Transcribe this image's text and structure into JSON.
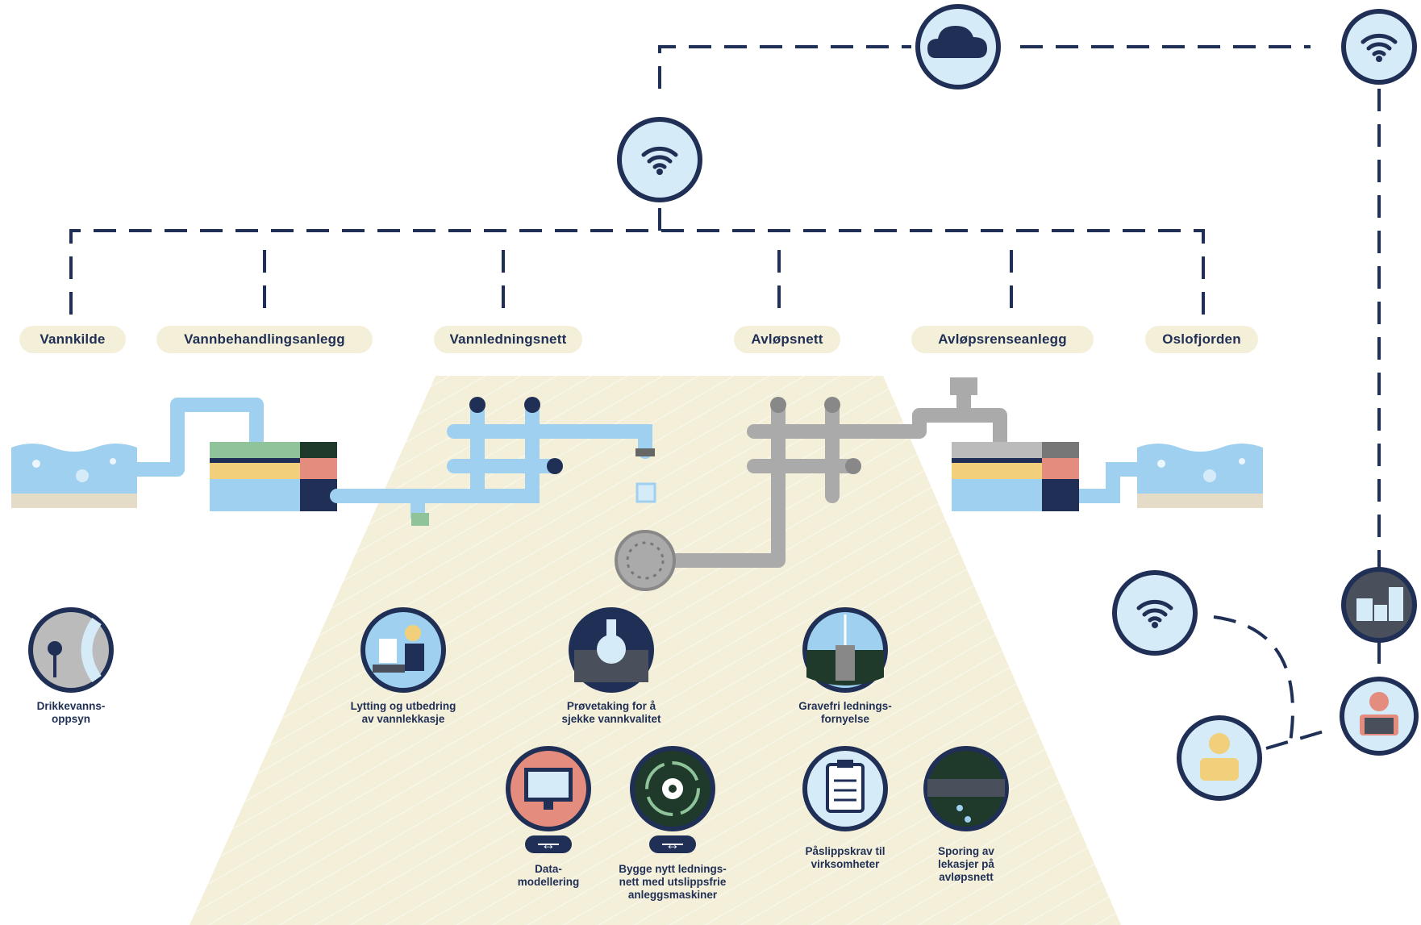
{
  "stages": [
    {
      "id": "vannkilde",
      "label": "Vannkilde"
    },
    {
      "id": "vannbehandlingsanlegg",
      "label": "Vannbehandlingsanlegg"
    },
    {
      "id": "vannledningsnett",
      "label": "Vannledningsnett"
    },
    {
      "id": "avlopsnett",
      "label": "Avløpsnett"
    },
    {
      "id": "avlopsrenseanlegg",
      "label": "Avløpsrenseanlegg"
    },
    {
      "id": "oslofjorden",
      "label": "Oslofjorden"
    }
  ],
  "activities": [
    {
      "id": "drikkevannsoppsyn",
      "caption": "Drikkevanns-\noppsyn",
      "icon": "water-supervision-icon"
    },
    {
      "id": "lytting",
      "caption": "Lytting og utbedring\nav vannlekkasje",
      "icon": "leak-listening-icon"
    },
    {
      "id": "provetaking",
      "caption": "Prøvetaking for å\nsjekke vannkvalitet",
      "icon": "water-sample-flask-icon"
    },
    {
      "id": "gravefri",
      "caption": "Gravefri lednings-\nfornyelse",
      "icon": "trenchless-pipe-icon"
    },
    {
      "id": "datamodellering",
      "caption": "Data-\nmodellering",
      "icon": "computer-monitor-icon"
    },
    {
      "id": "bygge",
      "caption": "Bygge nytt lednings-\nnett med utslippsfrie\nanleggsmaskiner",
      "icon": "gear-cycle-icon"
    },
    {
      "id": "paslippskrav",
      "caption": "Påslippskrav til\nvirksomheter",
      "icon": "clipboard-icon"
    },
    {
      "id": "sporing",
      "caption": "Sporing av\nlekasjer på\navløpsnett",
      "icon": "sewer-leak-tracking-icon"
    }
  ],
  "network_icons": [
    "wifi-icon",
    "cloud-icon",
    "building-icon",
    "operator-icon",
    "worker-icon"
  ],
  "colors": {
    "navy": "#1f2f55",
    "light_blue": "#9fd0f0",
    "pale_blue": "#d6ebf8",
    "sand": "#f4efd9",
    "grey_pipe": "#aaaaaa",
    "green": "#8fc49a",
    "yellow": "#f2cf7a",
    "salmon": "#e48c7e"
  }
}
